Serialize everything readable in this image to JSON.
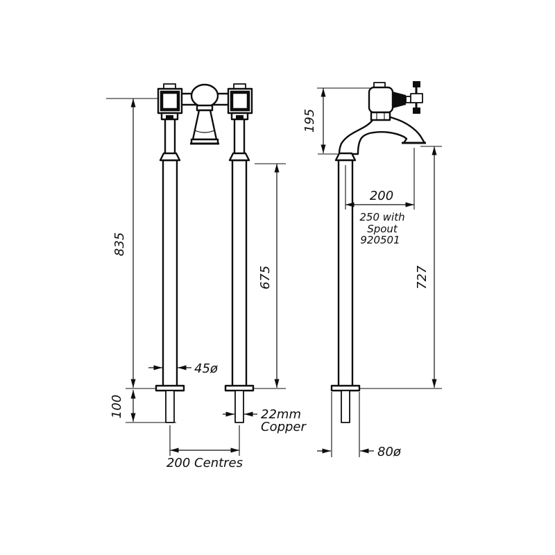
{
  "drawing": {
    "colors": {
      "line": "#0d0d0d",
      "background": "#ffffff"
    },
    "front_view": {
      "dims": {
        "height_total": "835",
        "standpipe_height": "675",
        "below_floor": "100",
        "pipe_diameter": "45ø",
        "tail_line1": "22mm",
        "tail_line2": "Copper",
        "centres": "200 Centres"
      }
    },
    "side_view": {
      "dims": {
        "tap_height": "195",
        "spout_reach": "200",
        "note_line1": "250 with",
        "note_line2": "Spout",
        "note_line3": "920501",
        "outlet_height": "727",
        "base_diameter": "80ø"
      }
    }
  }
}
